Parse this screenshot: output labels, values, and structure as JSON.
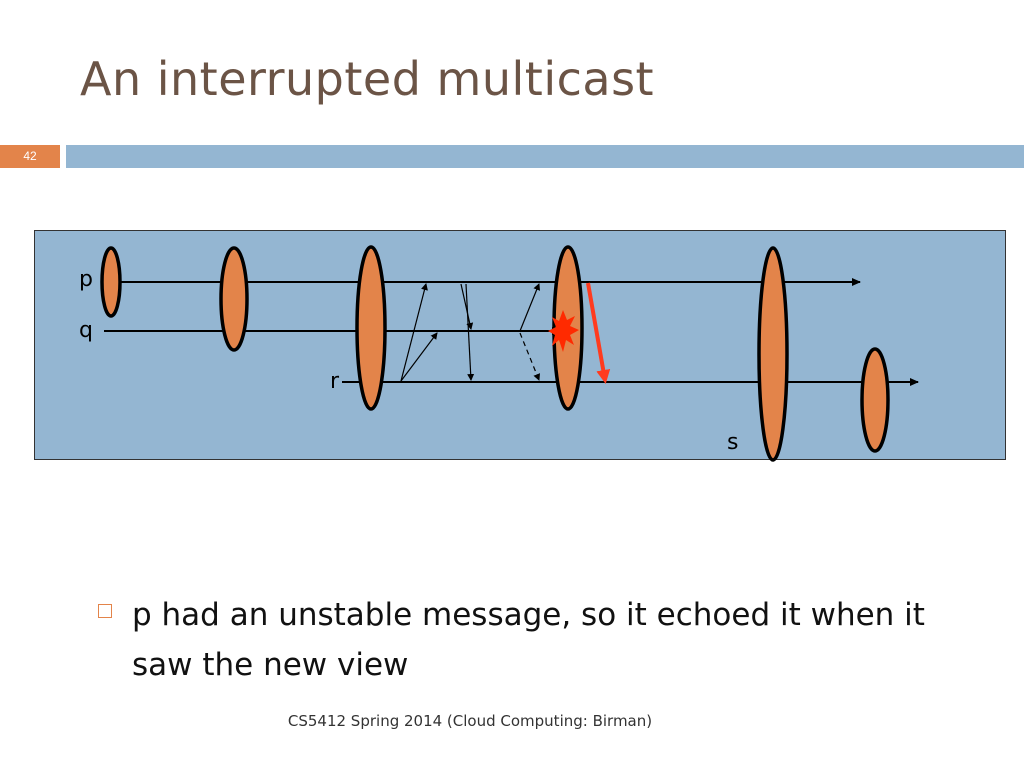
{
  "slide": {
    "title": "An interrupted multicast",
    "page_number": "42"
  },
  "diagram": {
    "process_labels": {
      "p": "p",
      "q": "q",
      "r": "r",
      "s": "s"
    },
    "colors": {
      "panel": "#94b6d2",
      "view_ellipse": "#e3844a",
      "crash_mark": "#ff2a00",
      "echo_arrow": "#ff3b1f"
    }
  },
  "bullets": [
    "p had an unstable message, so it echoed it when it saw the new view"
  ],
  "footer": "CS5412 Spring 2014 (Cloud Computing: Birman)"
}
